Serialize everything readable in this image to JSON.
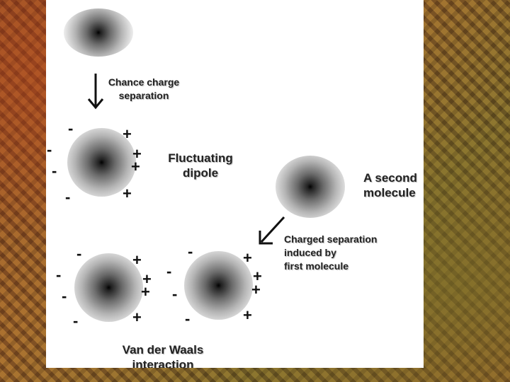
{
  "labels": {
    "chance": [
      "Chance charge",
      "separation"
    ],
    "fluctuating": [
      "Fluctuating",
      "dipole"
    ],
    "second": [
      "A second",
      "molecule"
    ],
    "induced": [
      "Charged separation",
      "induced by",
      "first molecule"
    ],
    "vdw": [
      "Van der Waals",
      "interaction"
    ]
  },
  "symbols": {
    "minus": "-",
    "plus": "+"
  },
  "colors": {
    "page_background": "#9a5a2a",
    "panel": "#ffffff",
    "text": "#222222"
  }
}
